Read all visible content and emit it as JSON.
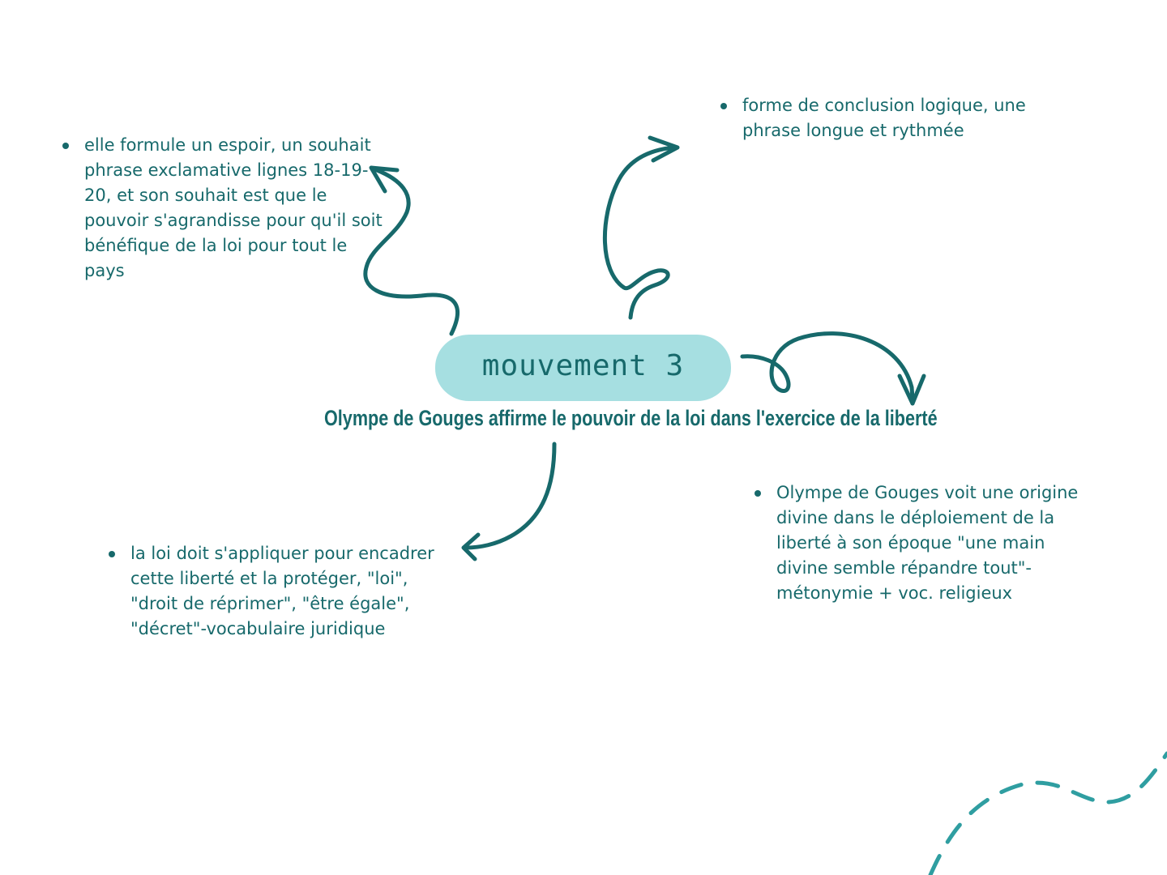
{
  "center": {
    "label": "mouvement 3",
    "subtitle": "Olympe de Gouges affirme le pouvoir de la loi dans l'exercice de la liberté"
  },
  "notes": {
    "top_left": "elle formule un espoir, un souhait phrase exclamative lignes 18-19-20, et son souhait est que le pouvoir s'agrandisse pour qu'il soit bénéfique de la loi pour tout le pays",
    "top_right": "forme de conclusion logique, une phrase longue et rythmée",
    "bottom_left": "la loi doit s'appliquer pour encadrer cette liberté et la protéger, \"loi\", \"droit de réprimer\", \"être égale\", \"décret\"-vocabulaire juridique",
    "bottom_right": "Olympe de Gouges voit une origine divine dans le déploiement de la liberté à son époque \"une main divine semble répandre tout\"- métonymie + voc. religieux"
  },
  "colors": {
    "text": "#17696b",
    "pill": "#a6dfe1",
    "dashed_decoration": "#2f9ea1"
  },
  "icons": [
    "wavy-arrow-icon",
    "loop-arrow-icon",
    "curved-arrow-icon",
    "dashed-curve-decoration"
  ]
}
